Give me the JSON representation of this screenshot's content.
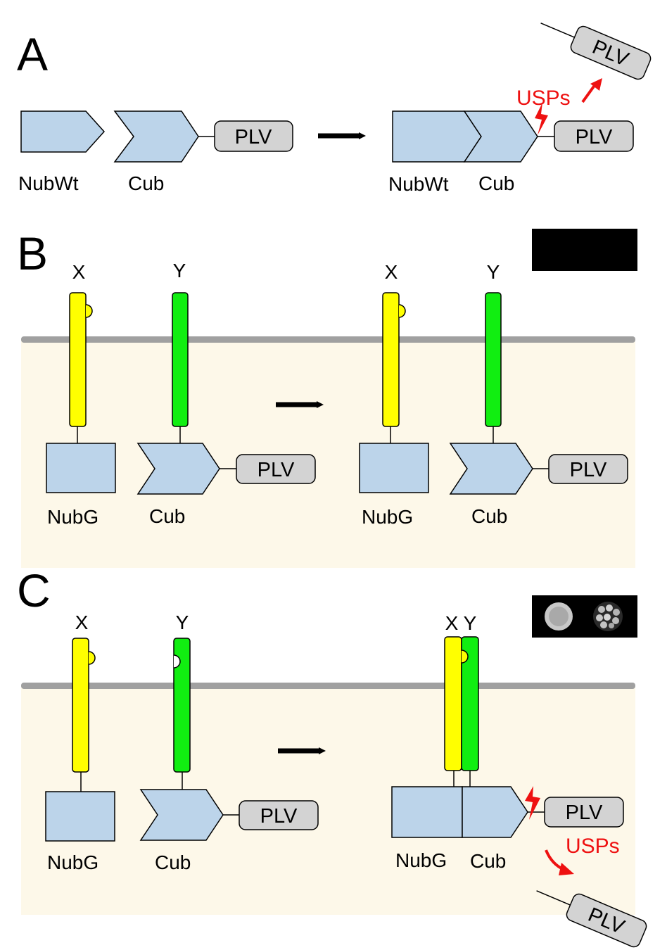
{
  "panels": {
    "A": {
      "letter": "A",
      "left": {
        "nub": "NubWt",
        "cub": "Cub",
        "reporter": "PLV"
      },
      "right": {
        "nub": "NubWt",
        "cub": "Cub",
        "reporter": "PLV",
        "protease": "USPs",
        "released": "PLV"
      }
    },
    "B": {
      "letter": "B",
      "left": {
        "bait": "X",
        "prey": "Y",
        "nub": "NubG",
        "cub": "Cub",
        "reporter": "PLV"
      },
      "right": {
        "bait": "X",
        "prey": "Y",
        "nub": "NubG",
        "cub": "Cub",
        "reporter": "PLV"
      }
    },
    "C": {
      "letter": "C",
      "left": {
        "bait": "X",
        "prey": "Y",
        "nub": "NubG",
        "cub": "Cub",
        "reporter": "PLV"
      },
      "right": {
        "bait": "X",
        "prey": "Y",
        "nub": "NubG",
        "cub": "Cub",
        "reporter": "PLV",
        "protease": "USPs",
        "released": "PLV"
      }
    }
  },
  "colors": {
    "domain_blue": "#bcd4ea",
    "reporter_gray": "#d3d3d3",
    "bait_yellow": "#ffff00",
    "prey_green": "#11ee11",
    "cytoplasm": "#fdf8e9",
    "membrane": "#a0a0a0",
    "usp_red": "#ee1111"
  }
}
